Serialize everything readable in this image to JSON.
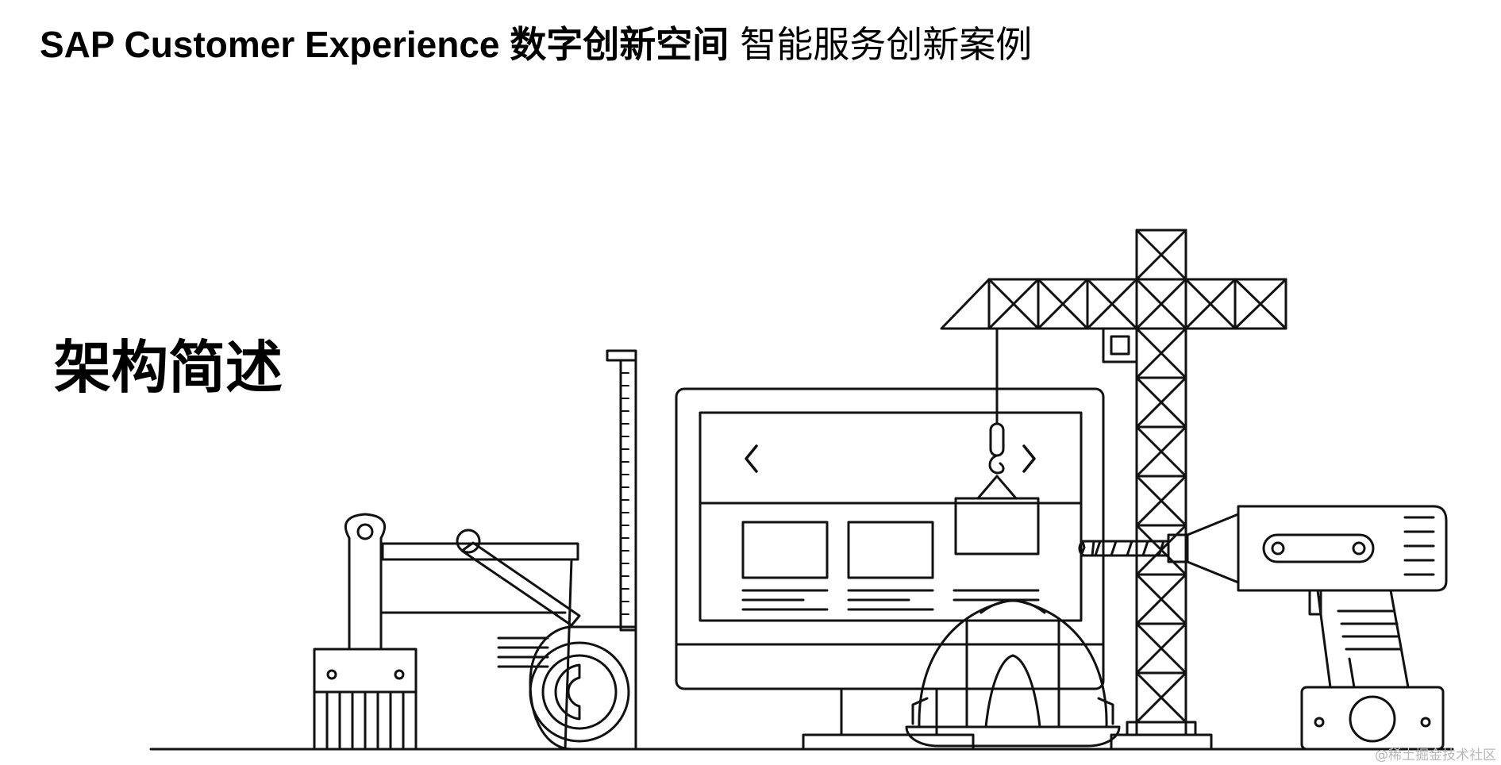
{
  "header": {
    "brand": "SAP Customer Experience 数字创新空间",
    "subtitle": "智能服务创新案例"
  },
  "section": {
    "title": "架构简述"
  },
  "illustration": {
    "icons": [
      "construction-scene-illustration",
      "paint-brush-icon",
      "paint-bucket-icon",
      "tape-measure-icon",
      "computer-monitor-icon",
      "crane-icon",
      "hard-hat-icon",
      "power-drill-icon"
    ],
    "screen": {
      "prev_arrow": "‹",
      "next_arrow": "›"
    }
  },
  "watermark": {
    "text": "@稀土掘金技术社区"
  }
}
